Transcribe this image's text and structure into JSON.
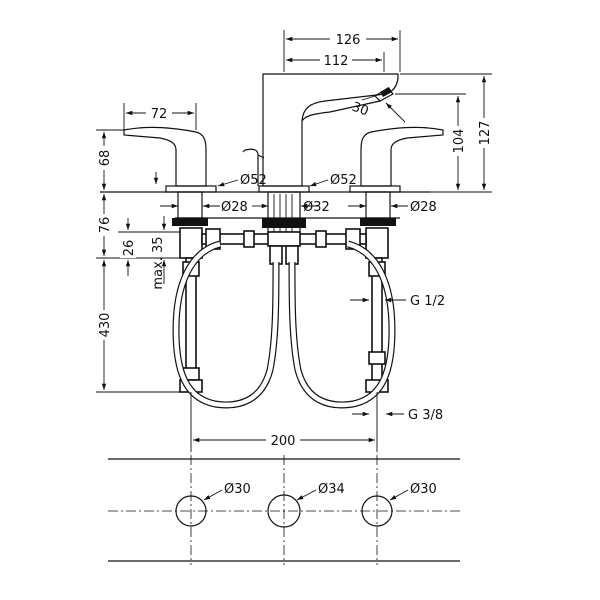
{
  "drawing": {
    "labels": {
      "dim_126": "126",
      "dim_112": "112",
      "dim_30": "30",
      "dim_72": "72",
      "dim_104": "104",
      "dim_127": "127",
      "dim_68": "68",
      "dim_52_left": "Ø52",
      "dim_52_center": "Ø52",
      "dim_28_left": "Ø28",
      "dim_32": "Ø32",
      "dim_28_right": "Ø28",
      "dim_76": "76",
      "dim_26": "26",
      "dim_35": "max. 35",
      "dim_430": "430",
      "dim_g12": "G 1/2",
      "dim_g38": "G 3/8",
      "dim_200": "200",
      "hole_left": "Ø30",
      "hole_center": "Ø34",
      "hole_right": "Ø30"
    }
  }
}
